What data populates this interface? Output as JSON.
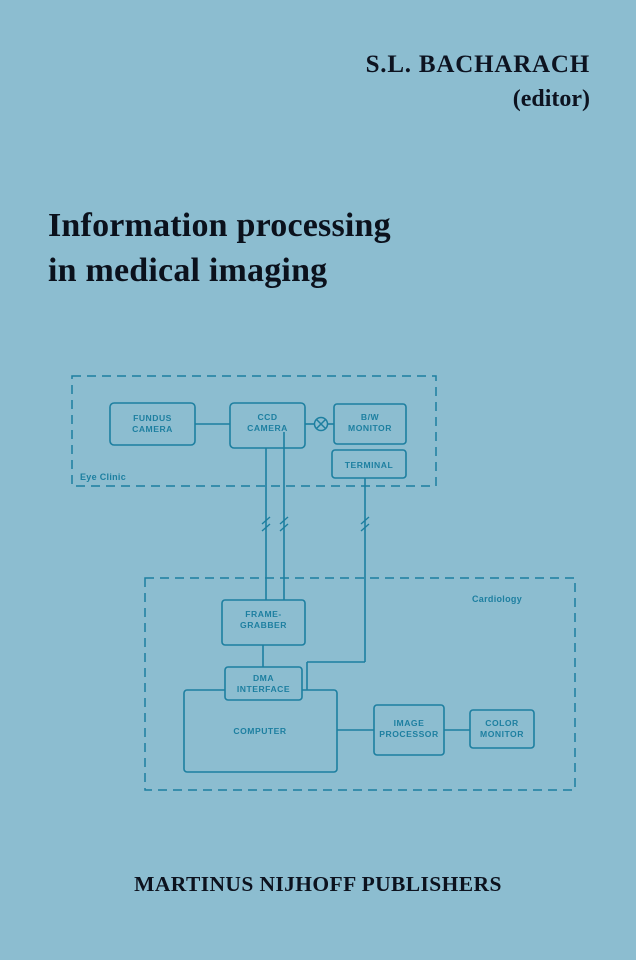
{
  "cover": {
    "background_color": "#8cbdd0",
    "text_color": "#0c121e",
    "diagram_color": "#1d7fa0"
  },
  "author": {
    "name": "S.L. BACHARACH",
    "role": "(editor)"
  },
  "title": {
    "line1": "Information  processing",
    "line2": "in  medical  imaging"
  },
  "publisher": {
    "name": "MARTINUS NIJHOFF PUBLISHERS"
  },
  "diagram": {
    "zones": [
      {
        "id": "eye-clinic",
        "label": "Eye Clinic"
      },
      {
        "id": "cardiology",
        "label": "Cardiology"
      }
    ],
    "nodes": [
      {
        "id": "fundus-camera",
        "label_line1": "FUNDUS",
        "label_line2": "CAMERA"
      },
      {
        "id": "ccd-camera",
        "label_line1": "CCD",
        "label_line2": "CAMERA"
      },
      {
        "id": "bw-monitor",
        "label_line1": "B/W",
        "label_line2": "MONITOR"
      },
      {
        "id": "terminal",
        "label_line1": "TERMINAL",
        "label_line2": ""
      },
      {
        "id": "frame-grabber",
        "label_line1": "FRAME-",
        "label_line2": "GRABBER"
      },
      {
        "id": "dma-interface",
        "label_line1": "DMA",
        "label_line2": "INTERFACE"
      },
      {
        "id": "computer",
        "label_line1": "COMPUTER",
        "label_line2": ""
      },
      {
        "id": "image-processor",
        "label_line1": "IMAGE",
        "label_line2": "PROCESSOR"
      },
      {
        "id": "color-monitor",
        "label_line1": "COLOR",
        "label_line2": "MONITOR"
      }
    ]
  }
}
